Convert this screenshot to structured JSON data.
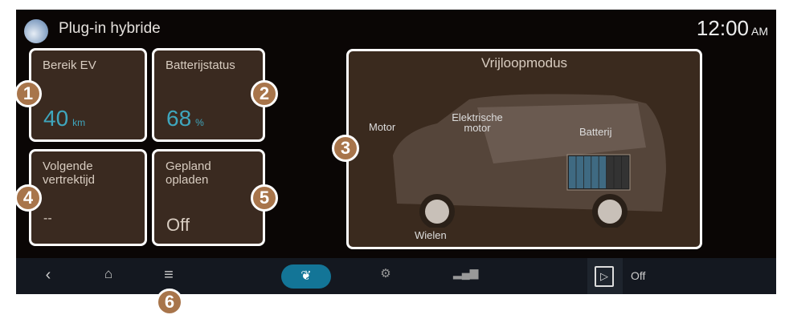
{
  "header": {
    "title": "Plug-in hybride",
    "time": "12:00",
    "ampm": "AM"
  },
  "cards": [
    {
      "title": "Bereik EV",
      "value": "40",
      "unit": "km"
    },
    {
      "title": "Batterijstatus",
      "value": "68",
      "unit": "%"
    },
    {
      "title": "Volgende vertrektijd",
      "value": "--"
    },
    {
      "title": "Gepland opladen",
      "value": "Off"
    }
  ],
  "flow": {
    "title": "Vrijloopmodus",
    "motor": "Motor",
    "electric_motor": "Elektrische motor",
    "battery": "Batterij",
    "wheels": "Wielen",
    "battery_cells_lit": 5,
    "battery_cells_total": 8
  },
  "badges": [
    "1",
    "2",
    "3",
    "4",
    "5",
    "6"
  ],
  "nav": {
    "media_status": "Off"
  },
  "colors": {
    "accent": "#137597",
    "value": "#3fa6bd",
    "badge": "#a8754b",
    "card": "#3a2a20"
  }
}
